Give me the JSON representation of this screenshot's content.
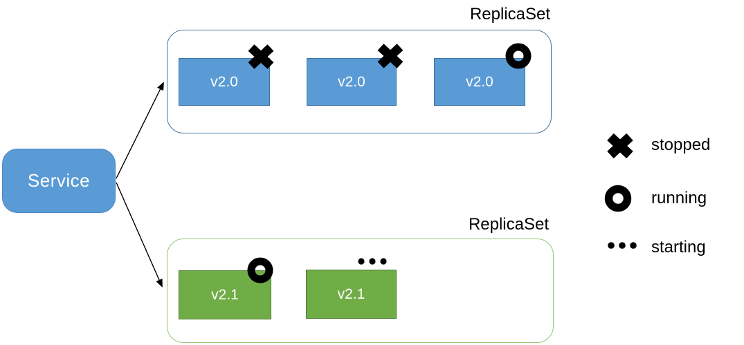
{
  "diagram": {
    "service": {
      "label": "Service",
      "fill": "#5b9bd5",
      "text_color": "#ffffff"
    },
    "groups": [
      {
        "label": "ReplicaSet",
        "border_color": "#41719c",
        "pod_fill": "#5b9bd5",
        "pods": [
          {
            "label": "v2.0",
            "status": "stopped"
          },
          {
            "label": "v2.0",
            "status": "stopped"
          },
          {
            "label": "v2.0",
            "status": "running"
          }
        ]
      },
      {
        "label": "ReplicaSet",
        "border_color": "#94c674",
        "pod_fill": "#70ad47",
        "pods": [
          {
            "label": "v2.1",
            "status": "running"
          },
          {
            "label": "v2.1",
            "status": "starting"
          }
        ]
      }
    ],
    "legend": {
      "items": [
        {
          "icon": "stopped-icon",
          "label": "stopped"
        },
        {
          "icon": "running-icon",
          "label": "running"
        },
        {
          "icon": "starting-icon",
          "label": "starting"
        }
      ]
    },
    "colors": {
      "pod_blue": "#5b9bd5",
      "pod_blue_border": "#4174a6",
      "pod_green": "#70ad47",
      "pod_green_border": "#4e7a31",
      "group_blue_border": "#41719c",
      "group_green_border": "#94c674",
      "icon_black": "#000000",
      "label_text": "#000000",
      "pod_text": "#ffffff",
      "arrow": "#000000"
    }
  }
}
